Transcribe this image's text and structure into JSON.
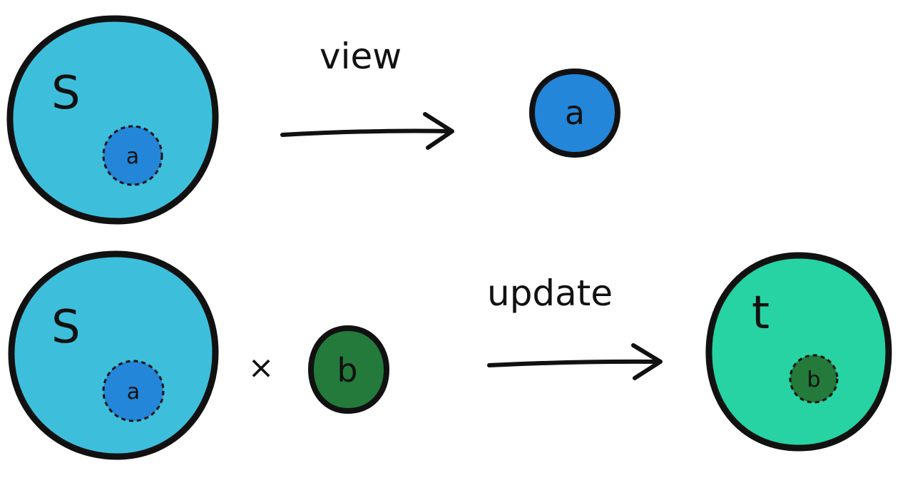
{
  "colors": {
    "outline": "#111111",
    "set_s_fill": "#3dbfdc",
    "view_a_fill": "#2386d8",
    "set_t_fill": "#27d3a2",
    "b_fill": "#237a3a",
    "background": "#ffffff"
  },
  "top_row": {
    "source": {
      "label": "S",
      "inner_label": "a"
    },
    "arrow_label": "view",
    "target": {
      "label": "a"
    }
  },
  "bottom_row": {
    "source": {
      "label": "S",
      "inner_label": "a"
    },
    "operator": "×",
    "input": {
      "label": "b"
    },
    "arrow_label": "update",
    "target": {
      "label": "t",
      "inner_label": "b"
    }
  }
}
